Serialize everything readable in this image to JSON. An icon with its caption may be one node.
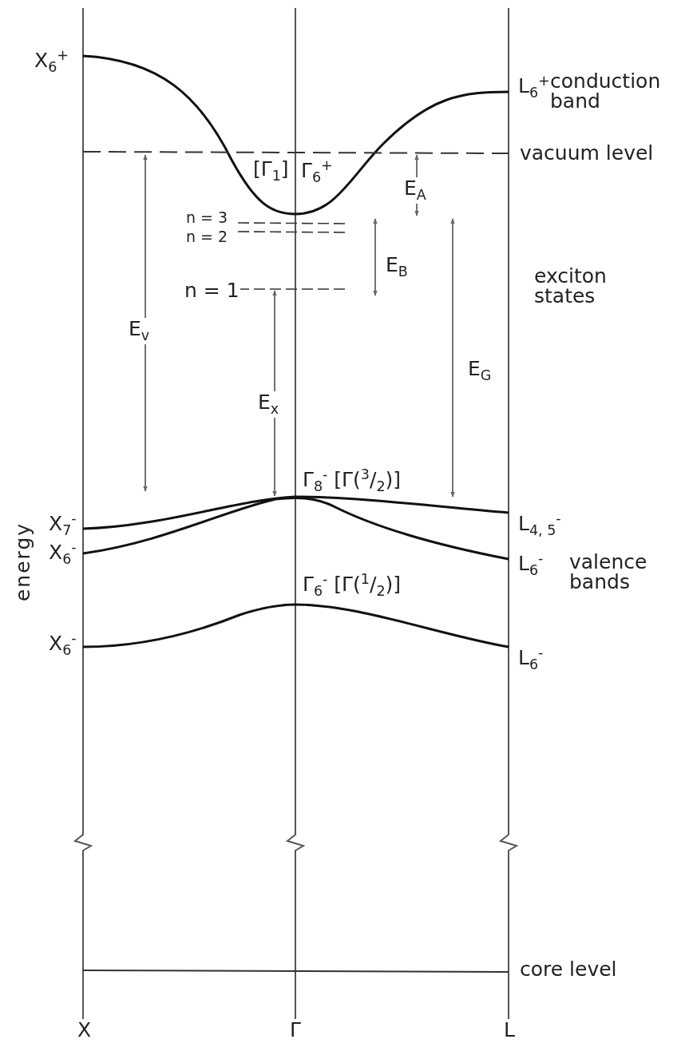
{
  "diagram": {
    "labels": [
      "X$_{6}$$^{+}$",
      "L$_{6}$$^{+}$",
      "conduction band",
      "vacuum level",
      "[Γ$_{1}$]",
      "Γ$_{6}$$^{+}$",
      "E$_{A}$",
      "n = 3",
      "n = 2",
      "E$_{B}$",
      "exciton states",
      "n = 1",
      "E$_{v}$",
      "E$_{G}$",
      "E$_{x}$",
      "Γ$_{8}$$^{-}$ [Γ($^{3}$/$_{2}$)]",
      "X$_{7}$$^{-}$",
      "L$_{4, 5}$$^{-}$",
      "energy",
      "X$_{6}$$^{-}$",
      "L$_{6}$$^{-}$",
      "valence bands",
      "Γ$_{6}$$^{-}$ [Γ($^{1}$/$_{2}$)]",
      "X$_{6}$$^{-}$",
      "L$_{6}$$^{-}$",
      "core level",
      "X",
      "Γ",
      "L"
    ]
  }
}
